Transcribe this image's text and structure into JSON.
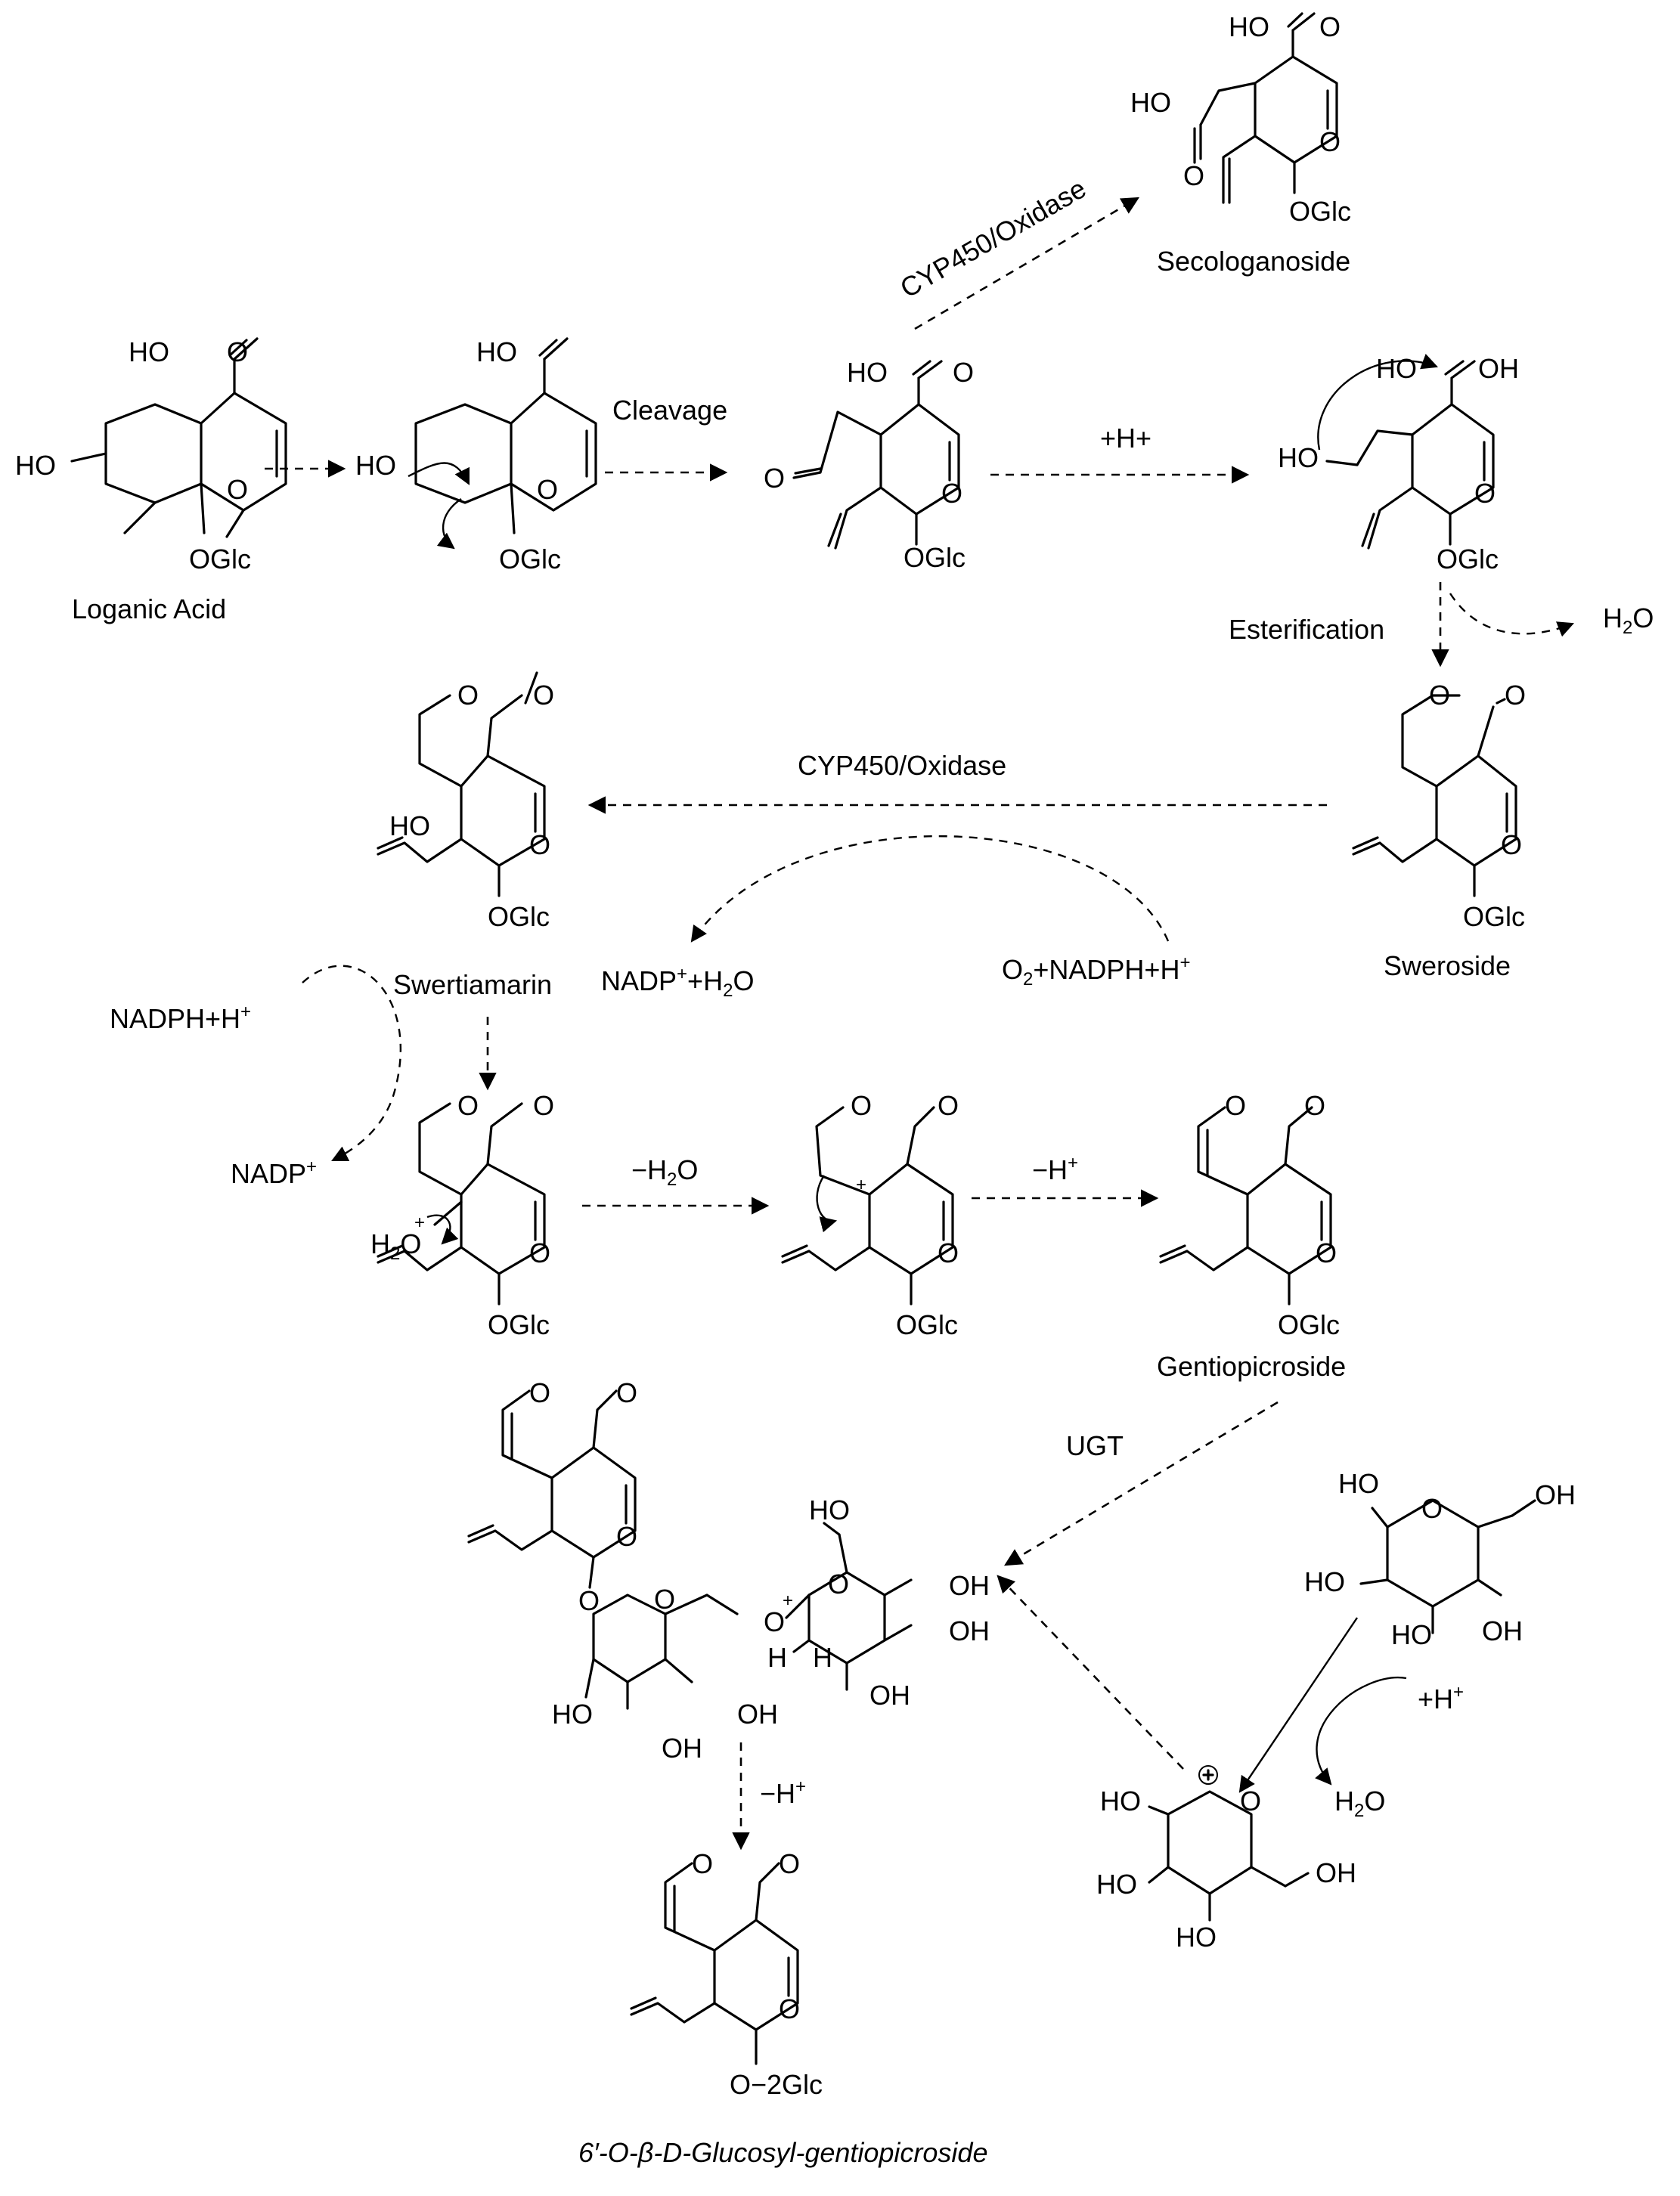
{
  "diagram": {
    "compounds": {
      "loganic_acid": "Loganic Acid",
      "secologanoside": "Secologanoside",
      "sweroside": "Sweroside",
      "swertiamarin": "Swertiamarin",
      "gentiopicroside": "Gentiopicroside",
      "glucosyl_gentiopicroside": "6′-O-β-D-Glucosyl-gentiopicroside"
    },
    "steps": {
      "cleavage": "Cleavage",
      "cyp_top": "CYP450/Oxidase",
      "protonation": "+H+",
      "esterification": "Esterification",
      "water_loss_top": "H2O",
      "cyp_middle": "CYP450/Oxidase",
      "nadp_h2o": "NADP+ +H2O",
      "o2_nadph": "O2+NADPH+H+",
      "nadph_h": "NADPH+H+",
      "nadp": "NADP+",
      "minus_water": "−H2O",
      "minus_h": "−H+",
      "ugt": "UGT",
      "plus_h_sugar": "+H+",
      "water_sugar": "H2O",
      "minus_h_final": "−H+"
    },
    "atoms": {
      "ho": "HO",
      "oh": "OH",
      "o": "O",
      "oglc": "OGlc",
      "o2glc": "O−2Glc",
      "h": "H",
      "h2o": "H2O"
    }
  }
}
